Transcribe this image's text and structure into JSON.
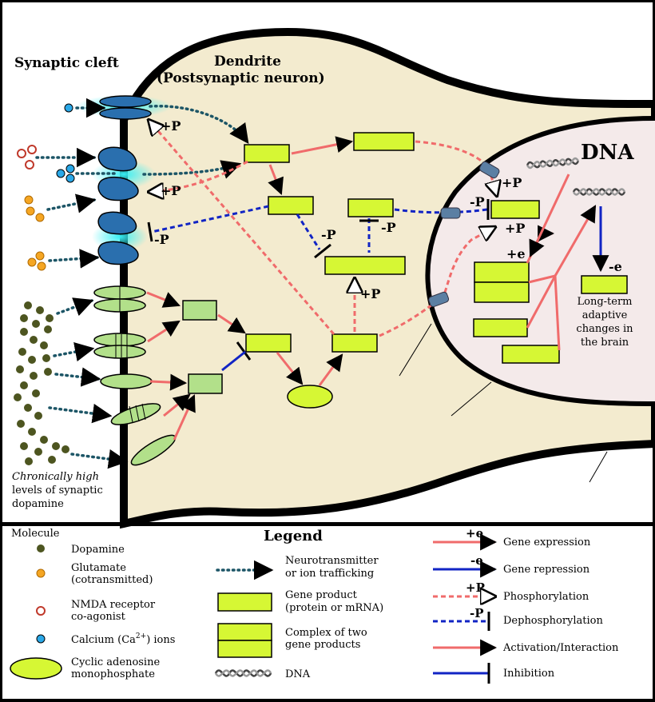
{
  "labels": {
    "synaptic_cleft": "Synaptic cleft",
    "dendrite_line1": "Dendrite",
    "dendrite_line2": "(Postsynaptic neuron)",
    "dna": "DNA",
    "chronic_line1": "Chronically high",
    "chronic_line2": "levels of synaptic",
    "chronic_line3": "dopamine",
    "longterm_line1": "Long-term",
    "longterm_line2": "adaptive",
    "longterm_line3": "changes in",
    "longterm_line4": "the brain",
    "plus_p": "+P",
    "minus_p": "-P",
    "plus_e": "+e",
    "minus_e": "-e"
  },
  "legend": {
    "title": "Legend",
    "molecule_header": "Molecule",
    "dopamine": "Dopamine",
    "glutamate_line1": "Glutamate",
    "glutamate_line2": "(cotransmitted)",
    "nmda_line1": "NMDA receptor",
    "nmda_line2": "co-agonist",
    "calcium": "Calcium (Ca",
    "calcium_sup": "2+",
    "calcium_end": ") ions",
    "camp_line1": "Cyclic adenosine",
    "camp_line2": "monophosphate",
    "trafficking_line1": "Neurotransmitter",
    "trafficking_line2": "or ion trafficking",
    "gene_product_line1": "Gene product",
    "gene_product_line2": "(protein or mRNA)",
    "complex_line1": "Complex of two",
    "complex_line2": "gene products",
    "dna": "DNA",
    "gene_expression": "Gene expression",
    "gene_repression": "Gene repression",
    "phosphorylation": "Phosphorylation",
    "dephosphorylation": "Dephosphorylation",
    "activation": "Activation/Interaction",
    "inhibition": "Inhibition",
    "key_plus_e": "+e",
    "key_minus_e": "-e",
    "key_plus_p": "+P",
    "key_minus_p": "-P"
  },
  "colors": {
    "cytoplasm": "#f3ebcf",
    "nucleus": "#f4eaea",
    "gene_product": "#d6f734",
    "light_product": "#b2e08a",
    "receptor_blue": "#2a6fae",
    "receptor_green": "#b2e08a",
    "activation_red": "#f06b6b",
    "inhibition_blue": "#1124c4",
    "trafficking_teal": "#1c5566",
    "dopamine": "#4d5520",
    "glutamate": "#f5a623",
    "nmda": "#e07a6a",
    "calcium": "#2aa8e8",
    "glow": "#38f0f5"
  },
  "icons": [
    "dna-helix-icon",
    "arrowhead-icon",
    "inhibition-bar-icon"
  ]
}
